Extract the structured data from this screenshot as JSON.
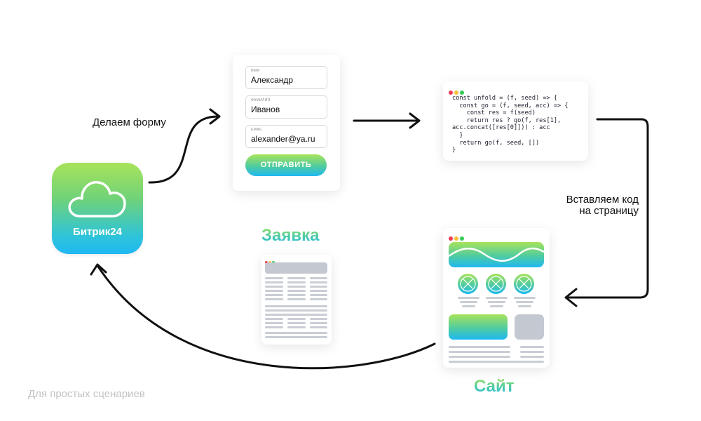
{
  "labels": {
    "make_form": "Делаем форму",
    "insert_code_line1": "Вставляем код",
    "insert_code_line2": "на страницу"
  },
  "logo": {
    "text": "Битрик24"
  },
  "form": {
    "fields": [
      {
        "caption": "ИМЯ",
        "value": "Александр"
      },
      {
        "caption": "ФАМИЛИЯ",
        "value": "Иванов"
      },
      {
        "caption": "EMAIL",
        "value": "alexander@ya.ru"
      }
    ],
    "submit_label": "ОТПРАВИТЬ"
  },
  "code": {
    "lines": [
      "const unfold = (f, seed) => {",
      "  const go = (f, seed, acc) => {",
      "    const res = f(seed)",
      "    return res ? go(f, res[1],",
      "acc.concat([res[0]])) : acc",
      "  }",
      "  return go(f, seed, [])",
      "}"
    ]
  },
  "request_title": "Заявка",
  "site_title": "Сайт",
  "footnote": "Для простых сценариев",
  "colors": {
    "gradient_top": "#a8e35a",
    "gradient_bottom": "#1fb8f2",
    "placeholder_gray": "#c3c8d1"
  }
}
